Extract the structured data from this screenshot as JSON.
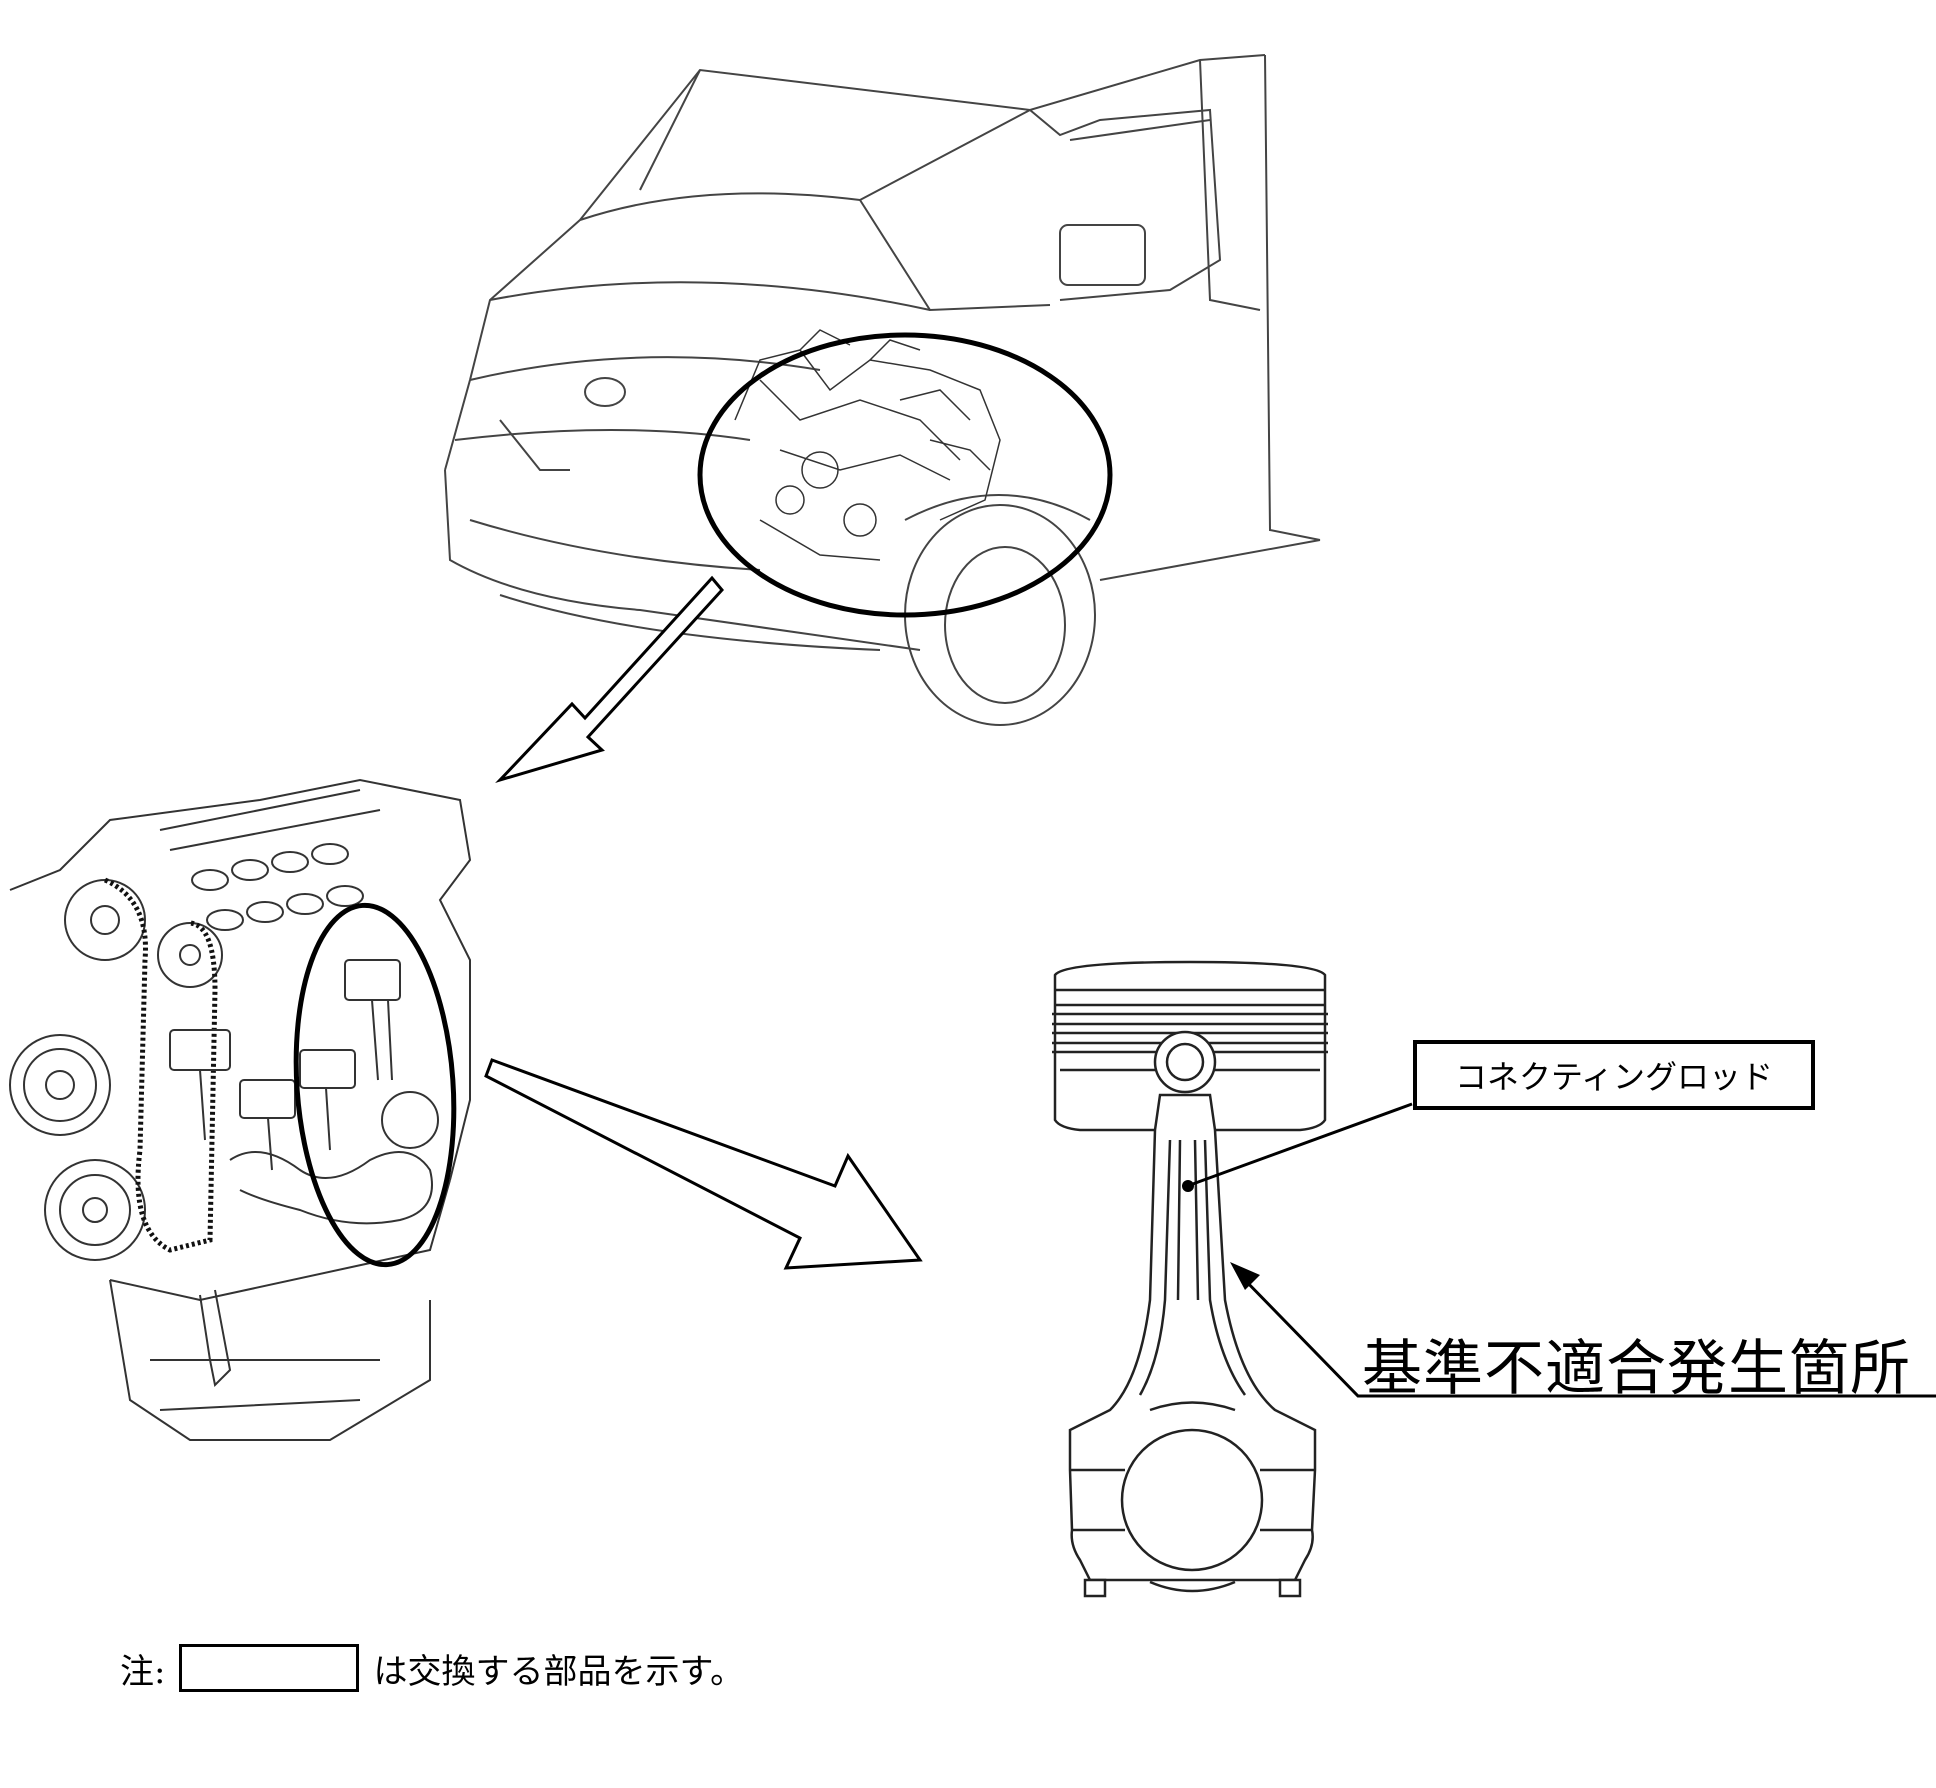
{
  "part_label": "コネクティングロッド",
  "defect_location_label": "基準不適合発生箇所",
  "note": {
    "prefix": "注:",
    "suffix": "は交換する部品を示す。"
  },
  "icons": {
    "vehicle": "van-front-illustration",
    "engine": "engine-cutaway-illustration",
    "part": "piston-connecting-rod-illustration"
  }
}
